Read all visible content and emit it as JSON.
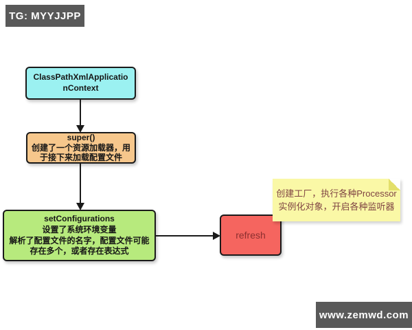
{
  "badges": {
    "tg": "TG: MYYJJPP",
    "site": "www.zemwd.com"
  },
  "nodes": {
    "classpath": {
      "lines": [
        "ClassPathXmlApplicatio",
        "nContext"
      ]
    },
    "super": {
      "title": "super()",
      "lines": [
        "创建了一个资源加载器，用",
        "于接下来加载配置文件"
      ]
    },
    "setconfig": {
      "title": "setConfigurations",
      "lines": [
        "设置了系统环境变量",
        "解析了配置文件的名字，配置文件可能",
        "存在多个，或者存在表达式"
      ]
    },
    "refresh": {
      "label": "refresh"
    }
  },
  "note": {
    "lines": [
      "创建工厂，执行各种Processor",
      "实例化对象，开启各种监听器"
    ]
  },
  "colors": {
    "node-cyan": "#9BF1F1",
    "node-orange": "#F6C78C",
    "node-green": "#B7EA7D",
    "node-red": "#F5655F",
    "node-border": "#1A1A1A",
    "note-bg": "#FAF8A6",
    "note-fold": "#E3DF6B",
    "note-text": "#7F4343",
    "refresh-text": "#8B2F2F",
    "badge-bg": "#595959",
    "badge-text": "#FFFFFF",
    "arrow": "#1A1A1A"
  }
}
